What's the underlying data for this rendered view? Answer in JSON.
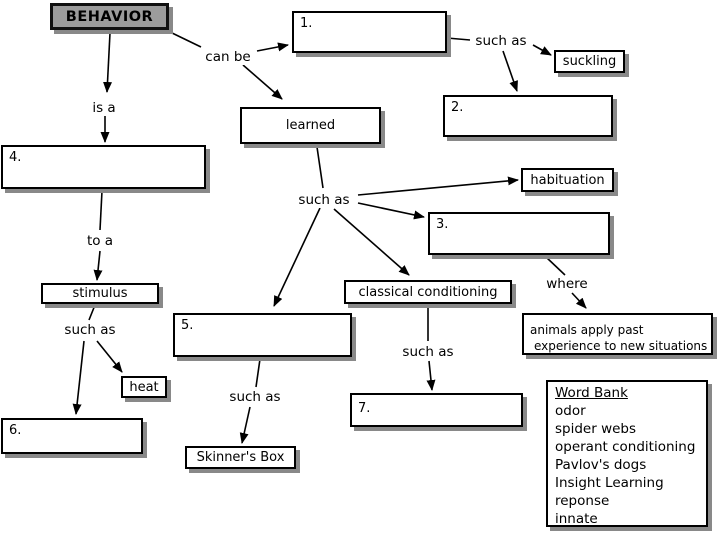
{
  "diagram": {
    "root": {
      "label": "BEHAVIOR"
    },
    "blanks": {
      "b1": "1.",
      "b2": "2.",
      "b3": "3.",
      "b4": "4.",
      "b5": "5.",
      "b6": "6.",
      "b7": "7."
    },
    "concepts": {
      "learned": "learned",
      "suckling": "suckling",
      "habituation": "habituation",
      "stimulus": "stimulus",
      "classical_conditioning": "classical conditioning",
      "heat": "heat",
      "skinners_box": "Skinner's Box",
      "animals_line1": "animals apply past",
      "animals_line2": "experience to new situations"
    },
    "links": {
      "can_be": "can be",
      "is_a": "is a",
      "to_a": "to a",
      "where": "where",
      "such_as_1": "such as",
      "such_as_2": "such as",
      "such_as_3": "such as",
      "such_as_4": "such as",
      "such_as_5": "such as"
    },
    "word_bank": {
      "title": "Word Bank",
      "items": [
        "odor",
        "spider webs",
        "operant conditioning",
        "Pavlov's dogs",
        "Insight Learning",
        "reponse",
        "innate"
      ]
    },
    "colors": {
      "root_fill": "#9c9c9c",
      "box_fill": "#ffffff",
      "border": "#000000",
      "shadow": "#898989",
      "background": "#ffffff"
    }
  }
}
